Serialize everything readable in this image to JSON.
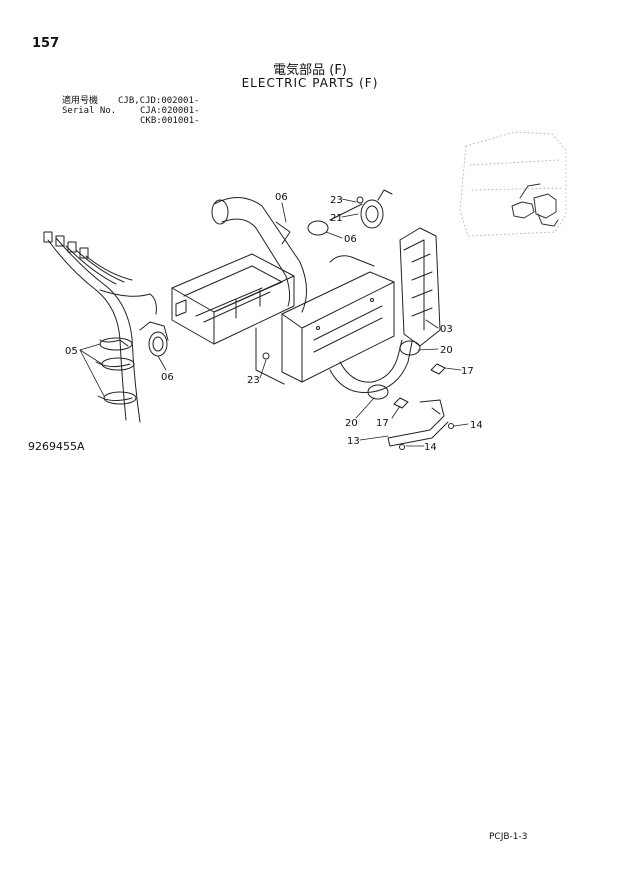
{
  "page": {
    "number": "157",
    "title_jp": "電気部品 (F)",
    "title_en": "ELECTRIC PARTS (F)"
  },
  "serial": {
    "label_jp": "適用号機",
    "label_en": "Serial No.",
    "ranges": [
      "CJB,CJD:002001-",
      "CJA:020001-",
      "CKB:001001-"
    ]
  },
  "figure_id": "9269455A",
  "footer_code": "PCJB-1-3",
  "callouts": [
    "06",
    "23",
    "21",
    "06",
    "03",
    "05",
    "06",
    "20",
    "17",
    "23",
    "20",
    "17",
    "14",
    "13",
    "14"
  ]
}
